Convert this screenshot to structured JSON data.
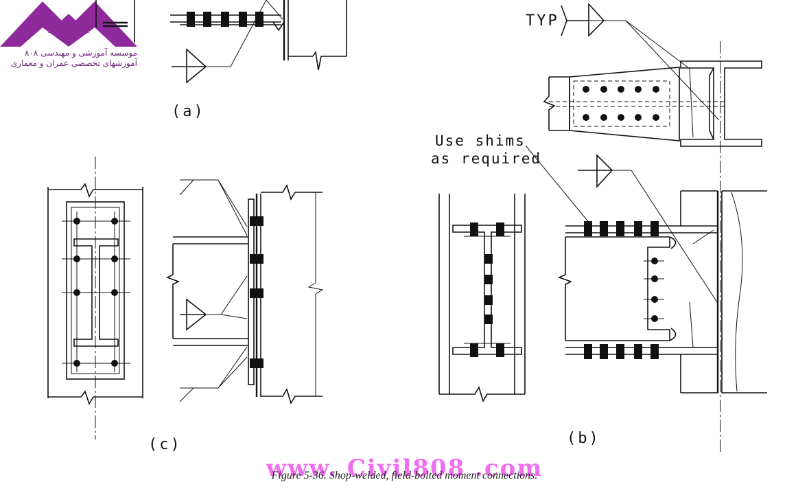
{
  "labels": {
    "a": "(a)",
    "b": "(b)",
    "c": "(c)",
    "typ": "TYP",
    "shims_line1": "Use shims",
    "shims_line2": "as required"
  },
  "caption": "Figure 5-36. Shop-welded, field-bolted moment connections.",
  "watermark": "www. Civil808 .com",
  "logo": {
    "line1": "موسسه آموزشی و مهندسی ۸۰۸",
    "line2": "آموزشهای تخصصی عمران و معماری",
    "color": "#8e2a9b"
  },
  "colors": {
    "line": "#111111",
    "watermark": "#ee44ee"
  }
}
